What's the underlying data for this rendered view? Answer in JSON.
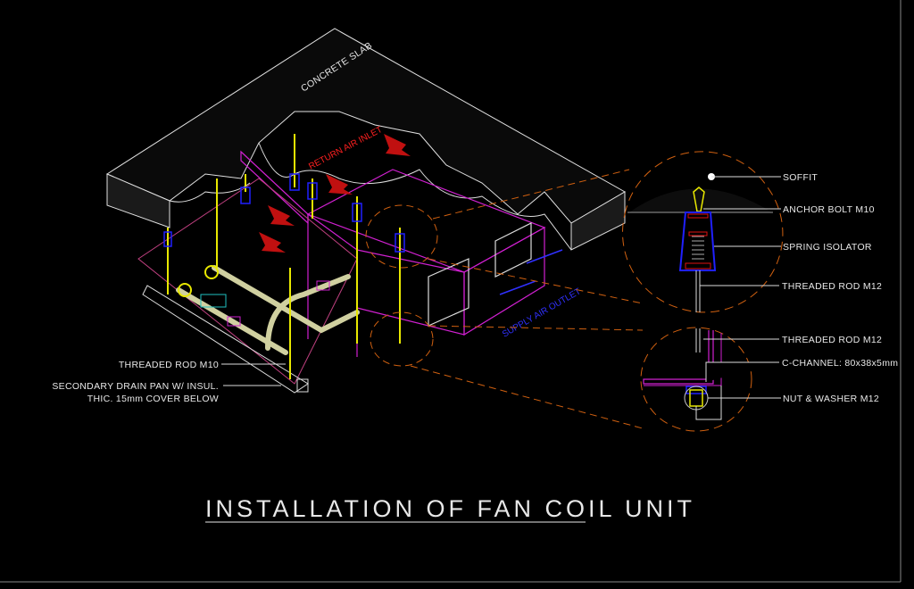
{
  "drawing": {
    "title": "INSTALLATION OF FAN COIL UNIT",
    "labels": {
      "concrete_slab": "CONCRETE SLAB",
      "return_air_inlet": "RETURN AIR INLET",
      "supply_air_outlet": "SUPPLY AIR OUTLET",
      "threaded_rod_m10": "THREADED ROD M10",
      "drain_pan_line1": "SECONDARY DRAIN PAN W/ INSUL.",
      "drain_pan_line2": "THIC. 15mm COVER BELOW"
    },
    "detail_labels": {
      "soffit": "SOFFIT",
      "anchor_bolt": "ANCHOR BOLT M10",
      "spring_isolator": "SPRING ISOLATOR",
      "threaded_rod_upper": "THREADED ROD M12",
      "threaded_rod_lower": "THREADED ROD M12",
      "c_channel": "C-CHANNEL: 80x38x5mm",
      "nut_washer": "NUT & WASHER M12"
    },
    "colors": {
      "background": "#000000",
      "outline": "#e0e0e0",
      "unit": "#d020d0",
      "rod": "#e8e800",
      "hanger": "#2020ff",
      "arrow": "#e01010",
      "detail_circle": "#d06010",
      "supply_text": "#3030ff",
      "pipe": "#d0d0a0"
    }
  }
}
